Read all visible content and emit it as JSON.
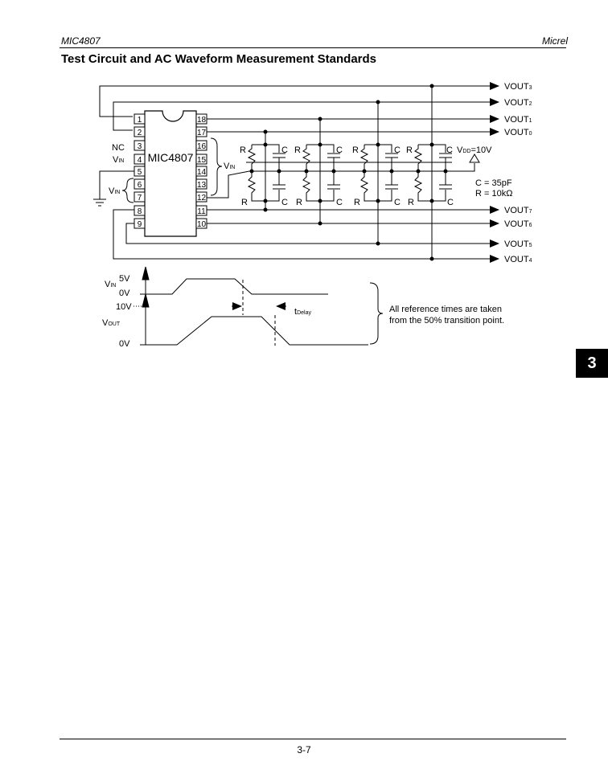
{
  "header": {
    "part_number": "MIC4807",
    "company": "Micrel"
  },
  "section_title": "Test Circuit and AC Waveform Measurement Standards",
  "circuit": {
    "chip_name": "MIC4807",
    "left_pins": [
      "1",
      "2",
      "3",
      "4",
      "5",
      "6",
      "7",
      "8",
      "9"
    ],
    "right_pins": [
      "18",
      "17",
      "16",
      "15",
      "14",
      "13",
      "12",
      "11",
      "10"
    ],
    "nc_label": "NC",
    "vin_label_main": "V",
    "vin_label_sub": "IN",
    "vdd_label_main": "V",
    "vdd_label_sub": "DD",
    "vdd_value": "=10V",
    "resistor_label": "R",
    "capacitor_label": "C",
    "c_value": "C = 35pF",
    "r_value": "R = 10kΩ",
    "outputs_top": [
      {
        "main": "VOUT",
        "sub": "3"
      },
      {
        "main": "VOUT",
        "sub": "2"
      },
      {
        "main": "VOUT",
        "sub": "1"
      },
      {
        "main": "VOUT",
        "sub": "0"
      }
    ],
    "outputs_bottom": [
      {
        "main": "VOUT",
        "sub": "7"
      },
      {
        "main": "VOUT",
        "sub": "6"
      },
      {
        "main": "VOUT",
        "sub": "5"
      },
      {
        "main": "VOUT",
        "sub": "4"
      }
    ]
  },
  "waveform": {
    "vin_main": "V",
    "vin_sub": "IN",
    "vout_main": "V",
    "vout_sub": "OUT",
    "level_5v": "5V",
    "level_0v_in": "0V",
    "level_10v": "10V",
    "level_0v_out": "0V",
    "tdelay_main": "t",
    "tdelay_sub": "Delay",
    "note_line1": "All reference times are taken",
    "note_line2": "from the 50% transition point."
  },
  "side_tab": "3",
  "footer": {
    "page_number": "3-7"
  }
}
